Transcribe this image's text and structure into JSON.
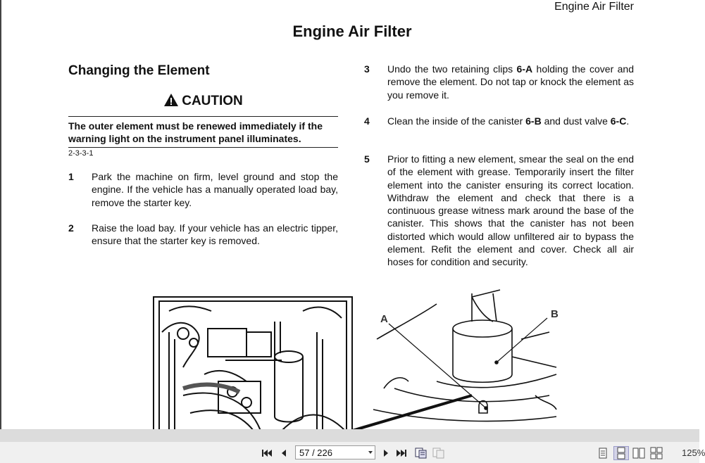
{
  "document": {
    "running_header": "Engine Air Filter",
    "title": "Engine Air Filter",
    "section_title": "Changing the Element",
    "caution_label": "CAUTION",
    "caution_text": "The outer element must be renewed immediately if the warning light on the instrument panel illuminates.",
    "reference_code": "2-3-3-1",
    "steps": [
      {
        "num": "1",
        "text": "Park the machine on firm, level ground and stop the engine. If the vehicle has a manually operated load bay, remove the starter key."
      },
      {
        "num": "2",
        "text": "Raise the load bay. If your vehicle has an electric tipper, ensure that the starter key is removed."
      },
      {
        "num": "3",
        "text_a": "Undo the two retaining clips ",
        "ref_a": "6-A",
        "text_b": " holding the cover and remove the element. Do not tap or knock the element as you remove it."
      },
      {
        "num": "4",
        "text_a": "Clean the inside of the canister ",
        "ref_a": "6-B",
        "text_b": " and dust valve ",
        "ref_b": "6-C",
        "text_c": "."
      },
      {
        "num": "5",
        "text": "Prior to fitting a new element, smear the seal on the end of the element with grease. Temporarily insert the filter element into the canister ensuring its correct location. Withdraw the element and check that there is a continuous grease witness mark around the base of the canister. This shows that the canister has not been distorted which would allow unfiltered air to bypass the element. Refit the element and cover. Check all air hoses for condition and security."
      }
    ],
    "figure_labels": {
      "a": "A",
      "b": "B"
    }
  },
  "toolbar": {
    "page_indicator": "57 / 226",
    "zoom": "125%",
    "icons": [
      "first-page-icon",
      "prev-page-icon",
      "next-page-icon",
      "last-page-icon",
      "copy-page-icon",
      "copy-disabled-icon",
      "single-page-view-icon",
      "continuous-view-icon",
      "facing-view-icon",
      "continuous-facing-view-icon"
    ]
  }
}
